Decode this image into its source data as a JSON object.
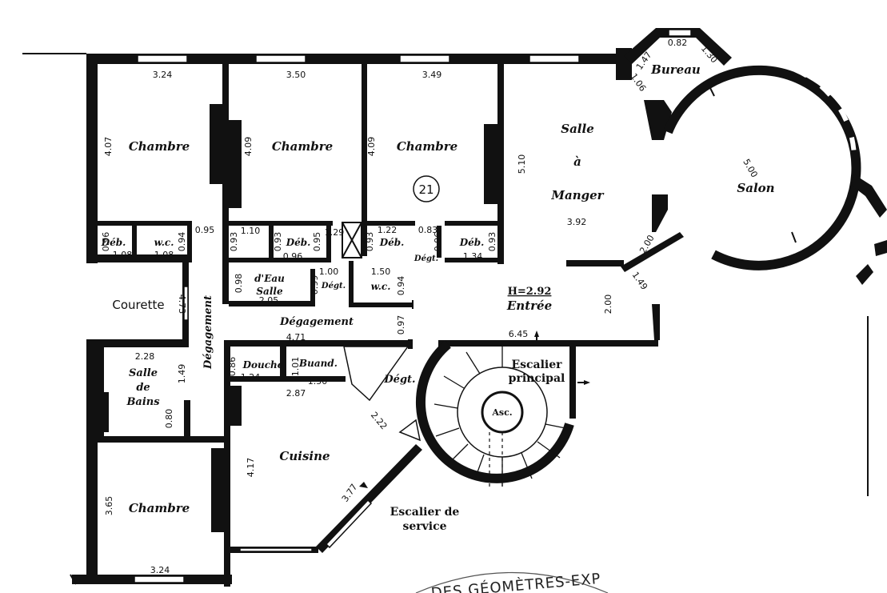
{
  "plan": {
    "unit_number": "21",
    "rooms": {
      "chambre_1": "Chambre",
      "chambre_2": "Chambre",
      "chambre_3": "Chambre",
      "chambre_4": "Chambre",
      "salle": "Salle",
      "a": "à",
      "manger": "Manger",
      "bureau": "Bureau",
      "salon": "Salon",
      "deb_1": "Déb.",
      "wc_1": "w.c.",
      "deb_2": "Déb.",
      "deb_3": "Déb.",
      "deb_4": "Déb.",
      "degt_1": "Dégt.",
      "degt_2": "Dégt.",
      "degt_3": "Dégt.",
      "wc_2": "w.c.",
      "deau": "d'Eau",
      "salle_eau": "Salle",
      "courette": "Courette",
      "degagement_v": "Dégagement",
      "degagement_h": "Dégagement",
      "entree": "Entrée",
      "hauteur": "H=2.92",
      "salle_bains_1": "Salle",
      "salle_bains_2": "de",
      "salle_bains_3": "Bains",
      "douche": "Douche",
      "buand": "Buand.",
      "cuisine": "Cuisine",
      "escalier_principal_1": "Escalier",
      "escalier_principal_2": "principal",
      "asc": "Asc.",
      "escalier_service_1": "Escalier de",
      "escalier_service_2": "service"
    },
    "dimensions": {
      "d324a": "3.24",
      "d350": "3.50",
      "d349": "3.49",
      "d082": "0.82",
      "d147": "1.47",
      "d130": "1.30",
      "d106": "1.06",
      "d407": "4.07",
      "d409a": "4.09",
      "d409b": "4.09",
      "d510": "5.10",
      "d500": "5.00",
      "d392": "3.92",
      "d095": "0.95",
      "d096a": "0.96",
      "d108a": "1.08",
      "d094a": "0.94",
      "d108b": "1.08",
      "d093a": "0.93",
      "d110": "1.10",
      "d093b": "0.93",
      "d095b": "0.95",
      "d096b": "0.96",
      "d129": "1.29",
      "d093c": "0.93",
      "d122": "1.22",
      "d083": "0.83",
      "d096c": "0.96",
      "d093d": "0.93",
      "d134": "1.34",
      "d200a": "2.00",
      "d149a": "1.49",
      "d098": "0.98",
      "d100": "1.00",
      "d099": "0.99",
      "d205": "2.05",
      "d150a": "1.50",
      "d094b": "0.94",
      "d200b": "2.00",
      "d473": "4.73",
      "d471": "4.71",
      "d097": "0.97",
      "d645": "6.45",
      "d228": "2.28",
      "d149b": "1.49",
      "d080": "0.80",
      "d086": "0.86",
      "d124": "1.24",
      "d101": "1.01",
      "d150b": "1.50",
      "d287": "2.87",
      "d222": "2.22",
      "d417": "4.17",
      "d377": "3.77",
      "d365": "3.65",
      "d324b": "3.24"
    },
    "stamp_text": "DES GÉOMÈTRES-EXP"
  }
}
